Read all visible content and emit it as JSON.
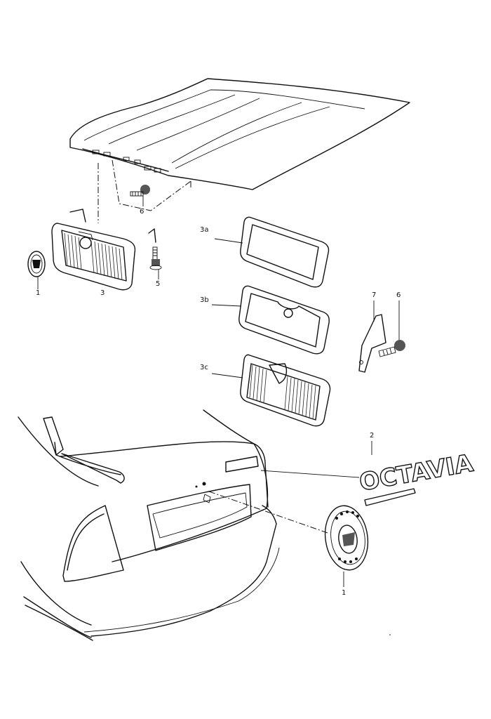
{
  "callouts": {
    "c1_left": "1",
    "c3": "3",
    "c5": "5",
    "c6_top": "6",
    "c3a": "3a",
    "c3b": "3b",
    "c3c": "3c",
    "c7": "7",
    "c6_right": "6",
    "c2": "2",
    "c1_right": "1"
  },
  "badge": {
    "text": "OCTAVIA"
  }
}
